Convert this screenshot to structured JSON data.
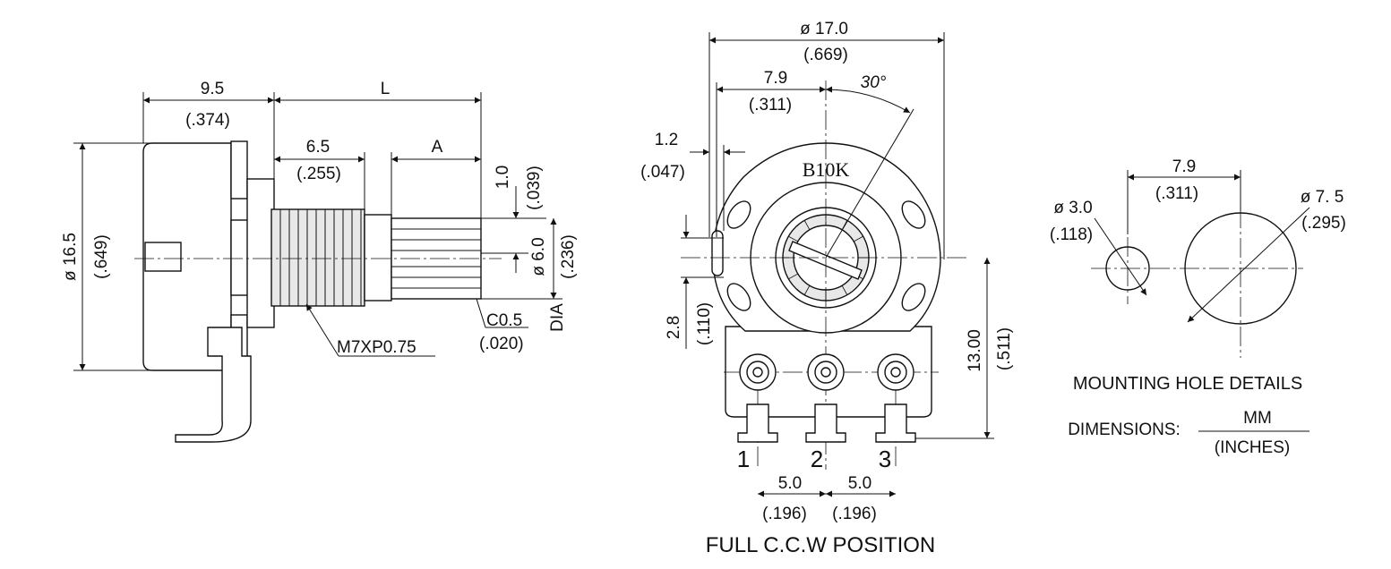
{
  "side_view": {
    "body_width": "9.5",
    "body_width_in": "(.374)",
    "length": "L",
    "thread_length": "6.5",
    "thread_length_in": "(.255)",
    "shaft_a": "A",
    "flat_depth": "1.0",
    "flat_depth_in": "(.039)",
    "diameter": "ø 16.5",
    "diameter_in": "(.649)",
    "shaft_dia": "ø 6.0",
    "shaft_dia_in": "(.236)",
    "dia_label": "DIA",
    "chamfer": "C0.5",
    "chamfer_in": "(.020)",
    "thread_spec": "M7XP0.75"
  },
  "front_view": {
    "diameter": "ø 17.0",
    "diameter_in": "(.669)",
    "offset": "7.9",
    "offset_in": "(.311)",
    "angle": "30°",
    "tab_width": "1.2",
    "tab_width_in": "(.047)",
    "tab_height": "2.8",
    "tab_height_in": "(.110)",
    "height": "13.00",
    "height_in": "(.511)",
    "marking": "B10K",
    "pins": [
      "1",
      "2",
      "3"
    ],
    "pitch1": "5.0",
    "pitch1_in": "(.196)",
    "pitch2": "5.0",
    "pitch2_in": "(.196)",
    "caption": "FULL C.C.W POSITION"
  },
  "mounting": {
    "spacing": "7.9",
    "spacing_in": "(.311)",
    "small_hole": "ø 3.0",
    "small_hole_in": "(.118)",
    "large_hole": "ø 7. 5",
    "large_hole_in": "(.295)",
    "title": "MOUNTING HOLE DETAILS",
    "dimensions_label": "DIMENSIONS:",
    "unit_mm": "MM",
    "unit_in": "(INCHES)"
  }
}
